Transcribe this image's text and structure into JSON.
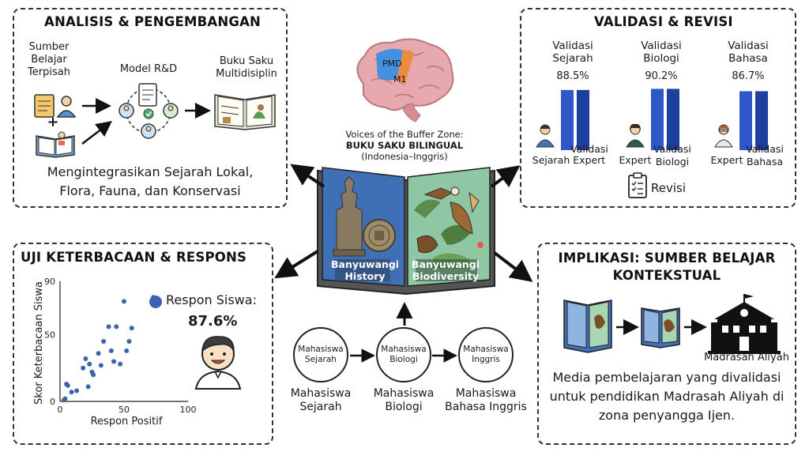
{
  "panel_analysis": {
    "title": "ANALISIS & PENGEMBANGAN",
    "source_label": "Sumber\nBelajar\nTerpisah",
    "model_label": "Model R&D",
    "book_label": "Buku Saku\nMultidisiplin",
    "plus": "+",
    "description": "Mengintegrasikan Sejarah Lokal,\nFlora, Fauna, dan Konservasi"
  },
  "panel_validation": {
    "title": "VALIDASI & REVISI",
    "groups": [
      {
        "title": "Validasi\nSejarah",
        "value": "88.5%",
        "expert": "Sejarah Expert",
        "bar_label": "Validasi",
        "percent": 88.5
      },
      {
        "title": "Validasi\nBiologi",
        "value": "90.2%",
        "expert": "Expert",
        "bar_label": "Validasi\nBiologi",
        "percent": 90.2
      },
      {
        "title": "Validasi\nBahasa",
        "value": "86.7%",
        "expert": "Expert",
        "bar_label": "Validasi\nBahasa",
        "percent": 86.7
      }
    ],
    "revision_label": "Revisi",
    "colors": {
      "bar": "#2f57c8",
      "bar_dark": "#1f3f9e"
    }
  },
  "center": {
    "brain_labels": {
      "pmd": "PMD",
      "m1": "M1"
    },
    "caption_line1": "Voices of the Buffer Zone:",
    "caption_line2": "BUKU SAKU BILINGUAL",
    "caption_line3": "(Indonesia–Inggris)",
    "book_left": "Banyuwangi\nHistory",
    "book_right": "Banyuwangi\nBiodiversity",
    "colors": {
      "brain": "#e7a9ae",
      "pmd": "#3d8fe0",
      "m1": "#ea8a3c",
      "book_left": "#3f6fb5",
      "book_right": "#8fc6a3"
    }
  },
  "panel_readability": {
    "title": "UJI KETERBACAAN & RESPONS",
    "ylabel": "Skor Keterbacaan Siswa",
    "xlabel": "Respon Positif",
    "legend_label": "Respon Siswa:",
    "legend_value": "87.6%"
  },
  "chart_data": {
    "type": "scatter",
    "title": "",
    "xlabel": "Respon Positif",
    "ylabel": "Skor Keterbacaan Siswa",
    "xlim": [
      0,
      100
    ],
    "ylim": [
      0,
      90
    ],
    "xticks": [
      "0",
      "50",
      "100"
    ],
    "yticks": [
      "0",
      "50",
      "90"
    ],
    "series": [
      {
        "name": "Respon Siswa",
        "color": "#3d63b0",
        "x": [
          3,
          4,
          5,
          6,
          9,
          13,
          18,
          20,
          22,
          23,
          25,
          26,
          30,
          32,
          34,
          38,
          40,
          42,
          44,
          47,
          50,
          52,
          54,
          56,
          73
        ],
        "y": [
          1,
          2,
          13,
          12,
          7,
          8,
          25,
          32,
          11,
          28,
          22,
          20,
          36,
          27,
          45,
          56,
          38,
          30,
          56,
          28,
          75,
          38,
          45,
          55,
          78
        ]
      }
    ]
  },
  "flow": {
    "nodes": [
      "Mahasiswa\nSejarah",
      "Mahasiswa\nBiologi",
      "Mahasiswa\nInggris"
    ],
    "labels": [
      "Mahasiswa\nSejarah",
      "Mahasiswa\nBiologi",
      "Mahasiswa\nBahasa Inggris"
    ]
  },
  "panel_implication": {
    "title": "IMPLIKASI: SUMBER BELAJAR\nKONTEKSTUAL",
    "school_label": "Madrasah Aliyah",
    "description": "Media pembelajaran yang divalidasi\nuntuk pendidikan Madrasah Aliyah di\nzona penyangga Ijen."
  }
}
